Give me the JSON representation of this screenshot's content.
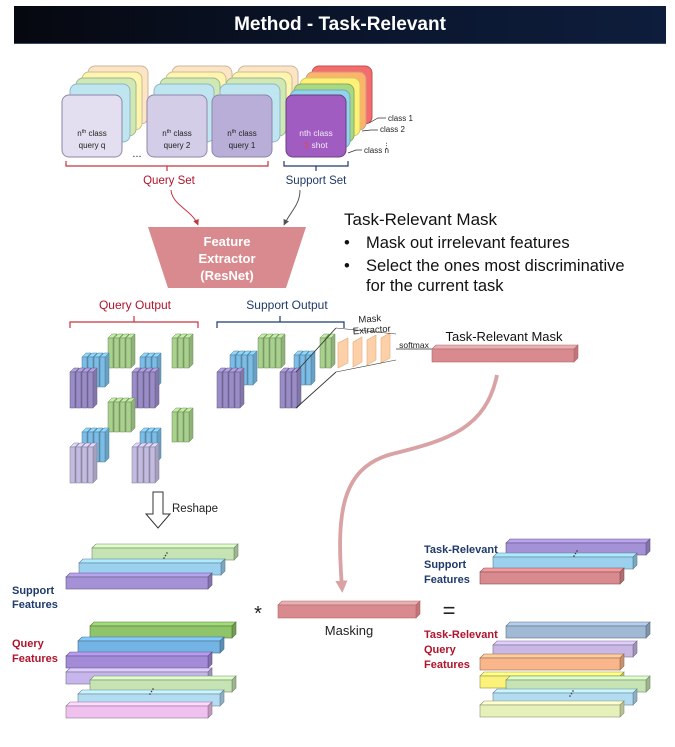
{
  "title": "Method - Task-Relevant",
  "query_cards": [
    {
      "sup": "th",
      "line1_pre": "n",
      "line1_post": " class",
      "line2": "query q"
    },
    {
      "sup": "th",
      "line1_pre": "n",
      "line1_post": " class",
      "line2": "query 2"
    },
    {
      "sup": "th",
      "line1_pre": "n",
      "line1_post": " class",
      "line2": "query 1"
    }
  ],
  "support_card": {
    "line1": "nth class",
    "line2_num": "1",
    "line2_word": " shot"
  },
  "dots": "...",
  "class_labels": [
    "class 1",
    "class 2",
    "class n"
  ],
  "query_set_label": "Query Set",
  "support_set_label": "Support Set",
  "feature_extractor": [
    "Feature",
    "Extractor",
    "(ResNet)"
  ],
  "mask_panel": {
    "heading": "Task-Relevant Mask",
    "bullets": [
      "Mask out irrelevant features",
      "Select the ones most discriminative",
      "for the current task"
    ]
  },
  "query_output_label": "Query Output",
  "support_output_label": "Support Output",
  "mask_extractor_label": [
    "Mask",
    "Extractor"
  ],
  "softmax_label": "softmax",
  "task_relevant_mask_label": "Task-Relevant Mask",
  "reshape_label": "Reshape",
  "support_features_label": [
    "Support",
    "Features"
  ],
  "query_features_label": [
    "Query",
    "Features"
  ],
  "multiply_symbol": "*",
  "masking_label": "Masking",
  "equals_symbol": "=",
  "tr_support_label": [
    "Task-Relevant",
    "Support",
    "Features"
  ],
  "tr_query_label": [
    "Task-Relevant",
    "Query",
    "Features"
  ],
  "colors": {
    "query_red": "#b0142c",
    "support_navy": "#1f3a6b",
    "mask_pink": "#d98a8e",
    "arrow_pink": "#d9a2a5",
    "purple": "#9a8cc7",
    "blue": "#7bbde6",
    "green": "#a9d18e"
  }
}
